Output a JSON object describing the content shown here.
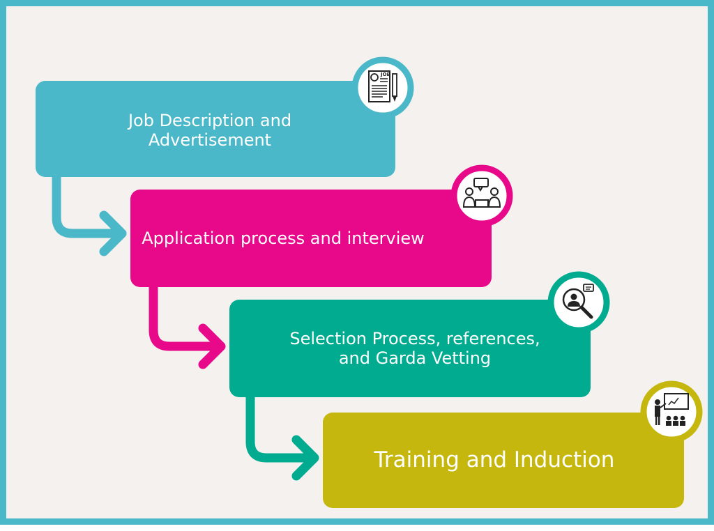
{
  "steps": [
    {
      "label": "Job Description and\nAdvertisement",
      "color": "#4ab8c8",
      "icon": "job-document-icon"
    },
    {
      "label": "Application process and interview",
      "color": "#e8088a",
      "icon": "interview-conversation-icon"
    },
    {
      "label": "Selection Process, references,\nand Garda Vetting",
      "color": "#00ab90",
      "icon": "magnifier-person-icon"
    },
    {
      "label": "Training and Induction",
      "color": "#c5b70e",
      "icon": "training-presentation-icon"
    }
  ],
  "icon_text": {
    "job": "JOB"
  },
  "colors": {
    "frame": "#4ab8c8",
    "background": "#f5f1ef"
  }
}
